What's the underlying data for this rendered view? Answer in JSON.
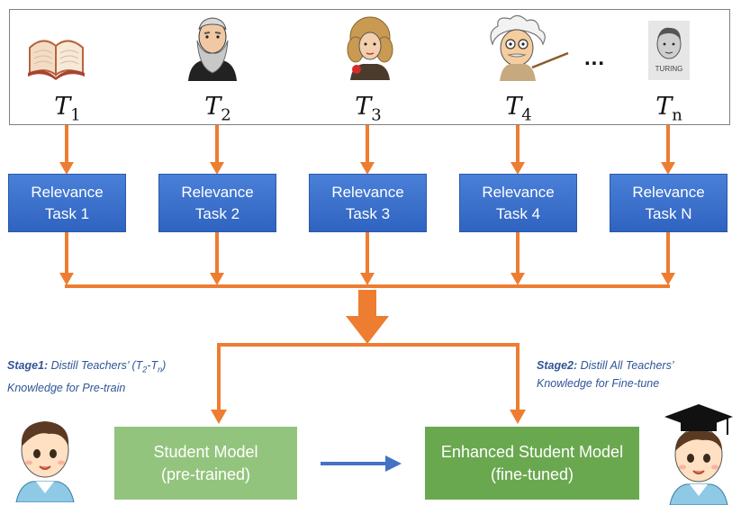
{
  "teachers": {
    "labels": [
      {
        "base": "T",
        "sub": "1"
      },
      {
        "base": "T",
        "sub": "2"
      },
      {
        "base": "T",
        "sub": "3"
      },
      {
        "base": "T",
        "sub": "4"
      },
      {
        "base": "T",
        "sub": "n"
      }
    ],
    "ellipsis": "...",
    "portrait_badge": "TURING"
  },
  "relevance_tasks": [
    {
      "line1": "Relevance",
      "line2": "Task 1"
    },
    {
      "line1": "Relevance",
      "line2": "Task 2"
    },
    {
      "line1": "Relevance",
      "line2": "Task 3"
    },
    {
      "line1": "Relevance",
      "line2": "Task 4"
    },
    {
      "line1": "Relevance",
      "line2": "Task N"
    }
  ],
  "stage1": {
    "label": "Stage1:",
    "text_a": " Distill Teachers’ (T",
    "sub_a": "2",
    "dash": "-T",
    "sub_b": "n",
    "close": ")",
    "line2": "Knowledge for Pre-train"
  },
  "stage2": {
    "label": "Stage2:",
    "line1": " Distill All Teachers’",
    "line2": "Knowledge for Fine-tune"
  },
  "student_model": {
    "line1": "Student Model",
    "line2": "(pre-trained)"
  },
  "enhanced_model": {
    "line1": "Enhanced Student Model",
    "line2": "(fine-tuned)"
  },
  "colors": {
    "arrow": "#ed7d31",
    "relevance_box": "#3b6fcb",
    "student_box": "#93c47d",
    "enhanced_box": "#6aa84f",
    "stage_text": "#2f5597",
    "flow_arrow": "#4472c4"
  }
}
